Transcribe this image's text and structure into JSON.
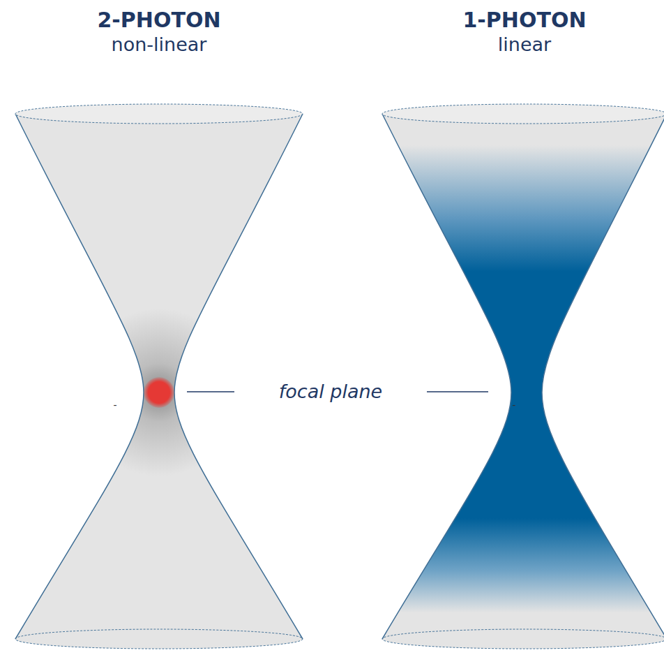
{
  "diagram": {
    "labels": [
      "2-PHOTON",
      "non-linear",
      "1-PHOTON",
      "linear",
      "focal plane",
      "-",
      "-"
    ]
  }
}
